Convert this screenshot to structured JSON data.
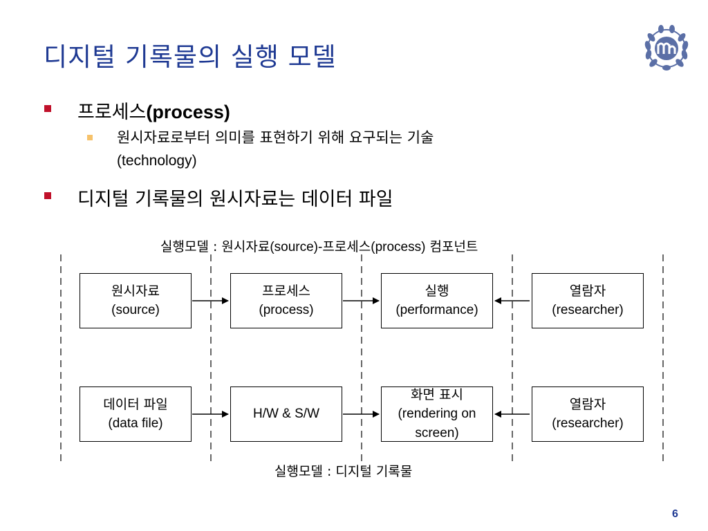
{
  "title": "디지털 기록물의 실행 모델",
  "colors": {
    "title": "#1f3a93",
    "bullet_level1": "#c0102a",
    "bullet_level2": "#f6c26b",
    "page_number": "#1f3a93"
  },
  "logo": {
    "icon": "university-emblem-icon"
  },
  "bullets": [
    {
      "ko": "프로세스",
      "en": "(process)",
      "sub": [
        {
          "line1": "원시자료로부터 의미를 표현하기 위해 요구되는 기술",
          "line2": "(technology)"
        }
      ]
    },
    {
      "ko": "디지털 기록물의 원시자료는 데이터 파일"
    }
  ],
  "diagram": {
    "caption_top": {
      "ko": "실행모델 : 원시자료",
      "en1": "(source)",
      "dash": "-",
      "ko2": "프로세스",
      "en2": "(process)",
      "ko3": " 컴포넌트"
    },
    "caption_bottom": "실행모델 : 디지털 기록물",
    "rows": [
      [
        {
          "line1": "원시자료",
          "line2": "(source)"
        },
        {
          "line1": "프로세스",
          "line2": "(process)"
        },
        {
          "line1": "실행",
          "line2": "(performance)"
        },
        {
          "line1": "열람자",
          "line2": "(researcher)"
        }
      ],
      [
        {
          "line1": "데이터 파일",
          "line2": "(data file)"
        },
        {
          "line1": "H/W & S/W"
        },
        {
          "line1": "화면 표시",
          "line2": "(rendering on",
          "line3": "screen)"
        },
        {
          "line1": "열람자",
          "line2": "(researcher)"
        }
      ]
    ]
  },
  "page_number": "6"
}
